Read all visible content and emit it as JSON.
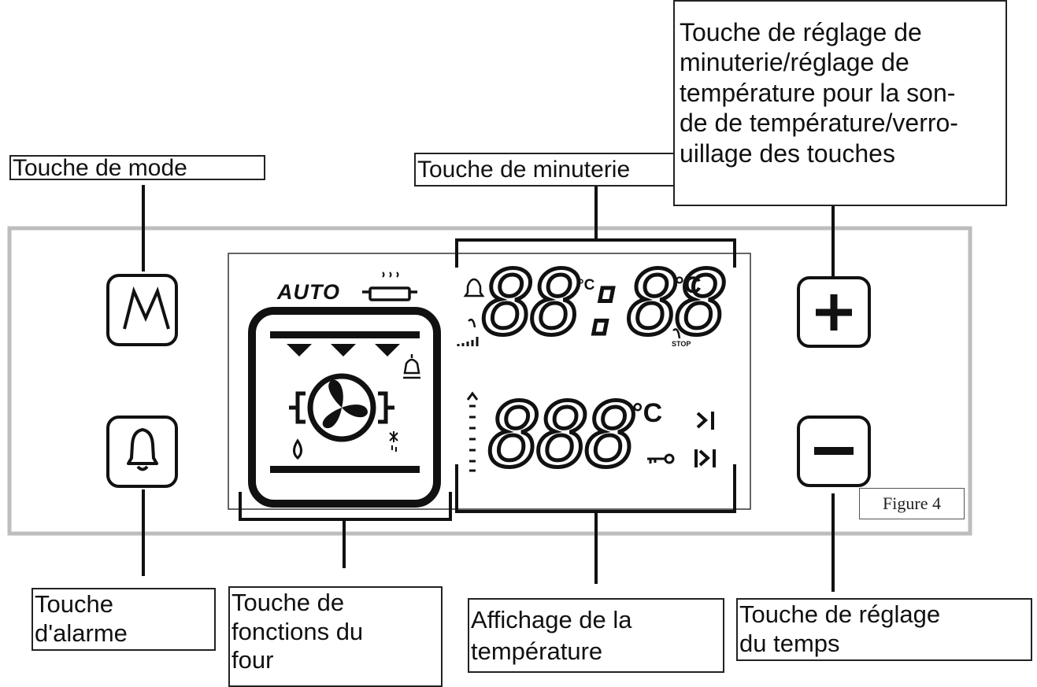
{
  "labels": {
    "mode": "Touche de mode",
    "timer": "Touche de minuterie",
    "adjust": [
      "Touche de réglage de",
      "minuterie/réglage de",
      "température pour la son-",
      "de de température/verro-",
      "uillage des touches"
    ],
    "alarm": [
      "Touche",
      "d'alarme"
    ],
    "functions": [
      "Touche de",
      "fonctions du",
      "four"
    ],
    "temp_display": [
      "Affichage de la",
      "température"
    ],
    "time_adjust": [
      "Touche de réglage",
      "du temps"
    ],
    "figure": "Figure 4"
  },
  "display": {
    "auto": "AUTO",
    "clock": "88:88",
    "temp": "888",
    "deg": "°C",
    "stop": "STOP"
  },
  "icons": {
    "mode": "mode-m-icon",
    "alarm": "bell-icon",
    "plus": "plus-icon",
    "minus": "minus-icon",
    "fan": "fan-icon"
  }
}
